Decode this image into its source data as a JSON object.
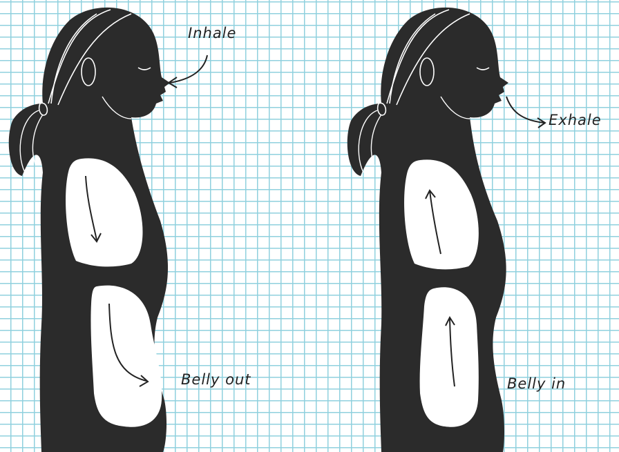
{
  "figures": [
    {
      "phase": "inhale",
      "breath_label": "Inhale",
      "belly_label": "Belly out",
      "chest_arrow_direction": "down",
      "belly_arrow_direction": "down-then-right"
    },
    {
      "phase": "exhale",
      "breath_label": "Exhale",
      "belly_label": "Belly in",
      "chest_arrow_direction": "up",
      "belly_arrow_direction": "up"
    }
  ],
  "colors": {
    "silhouette": "#2b2b2b",
    "lungs": "#ffffff",
    "grid": "#8fd0de",
    "ink": "#222222"
  }
}
